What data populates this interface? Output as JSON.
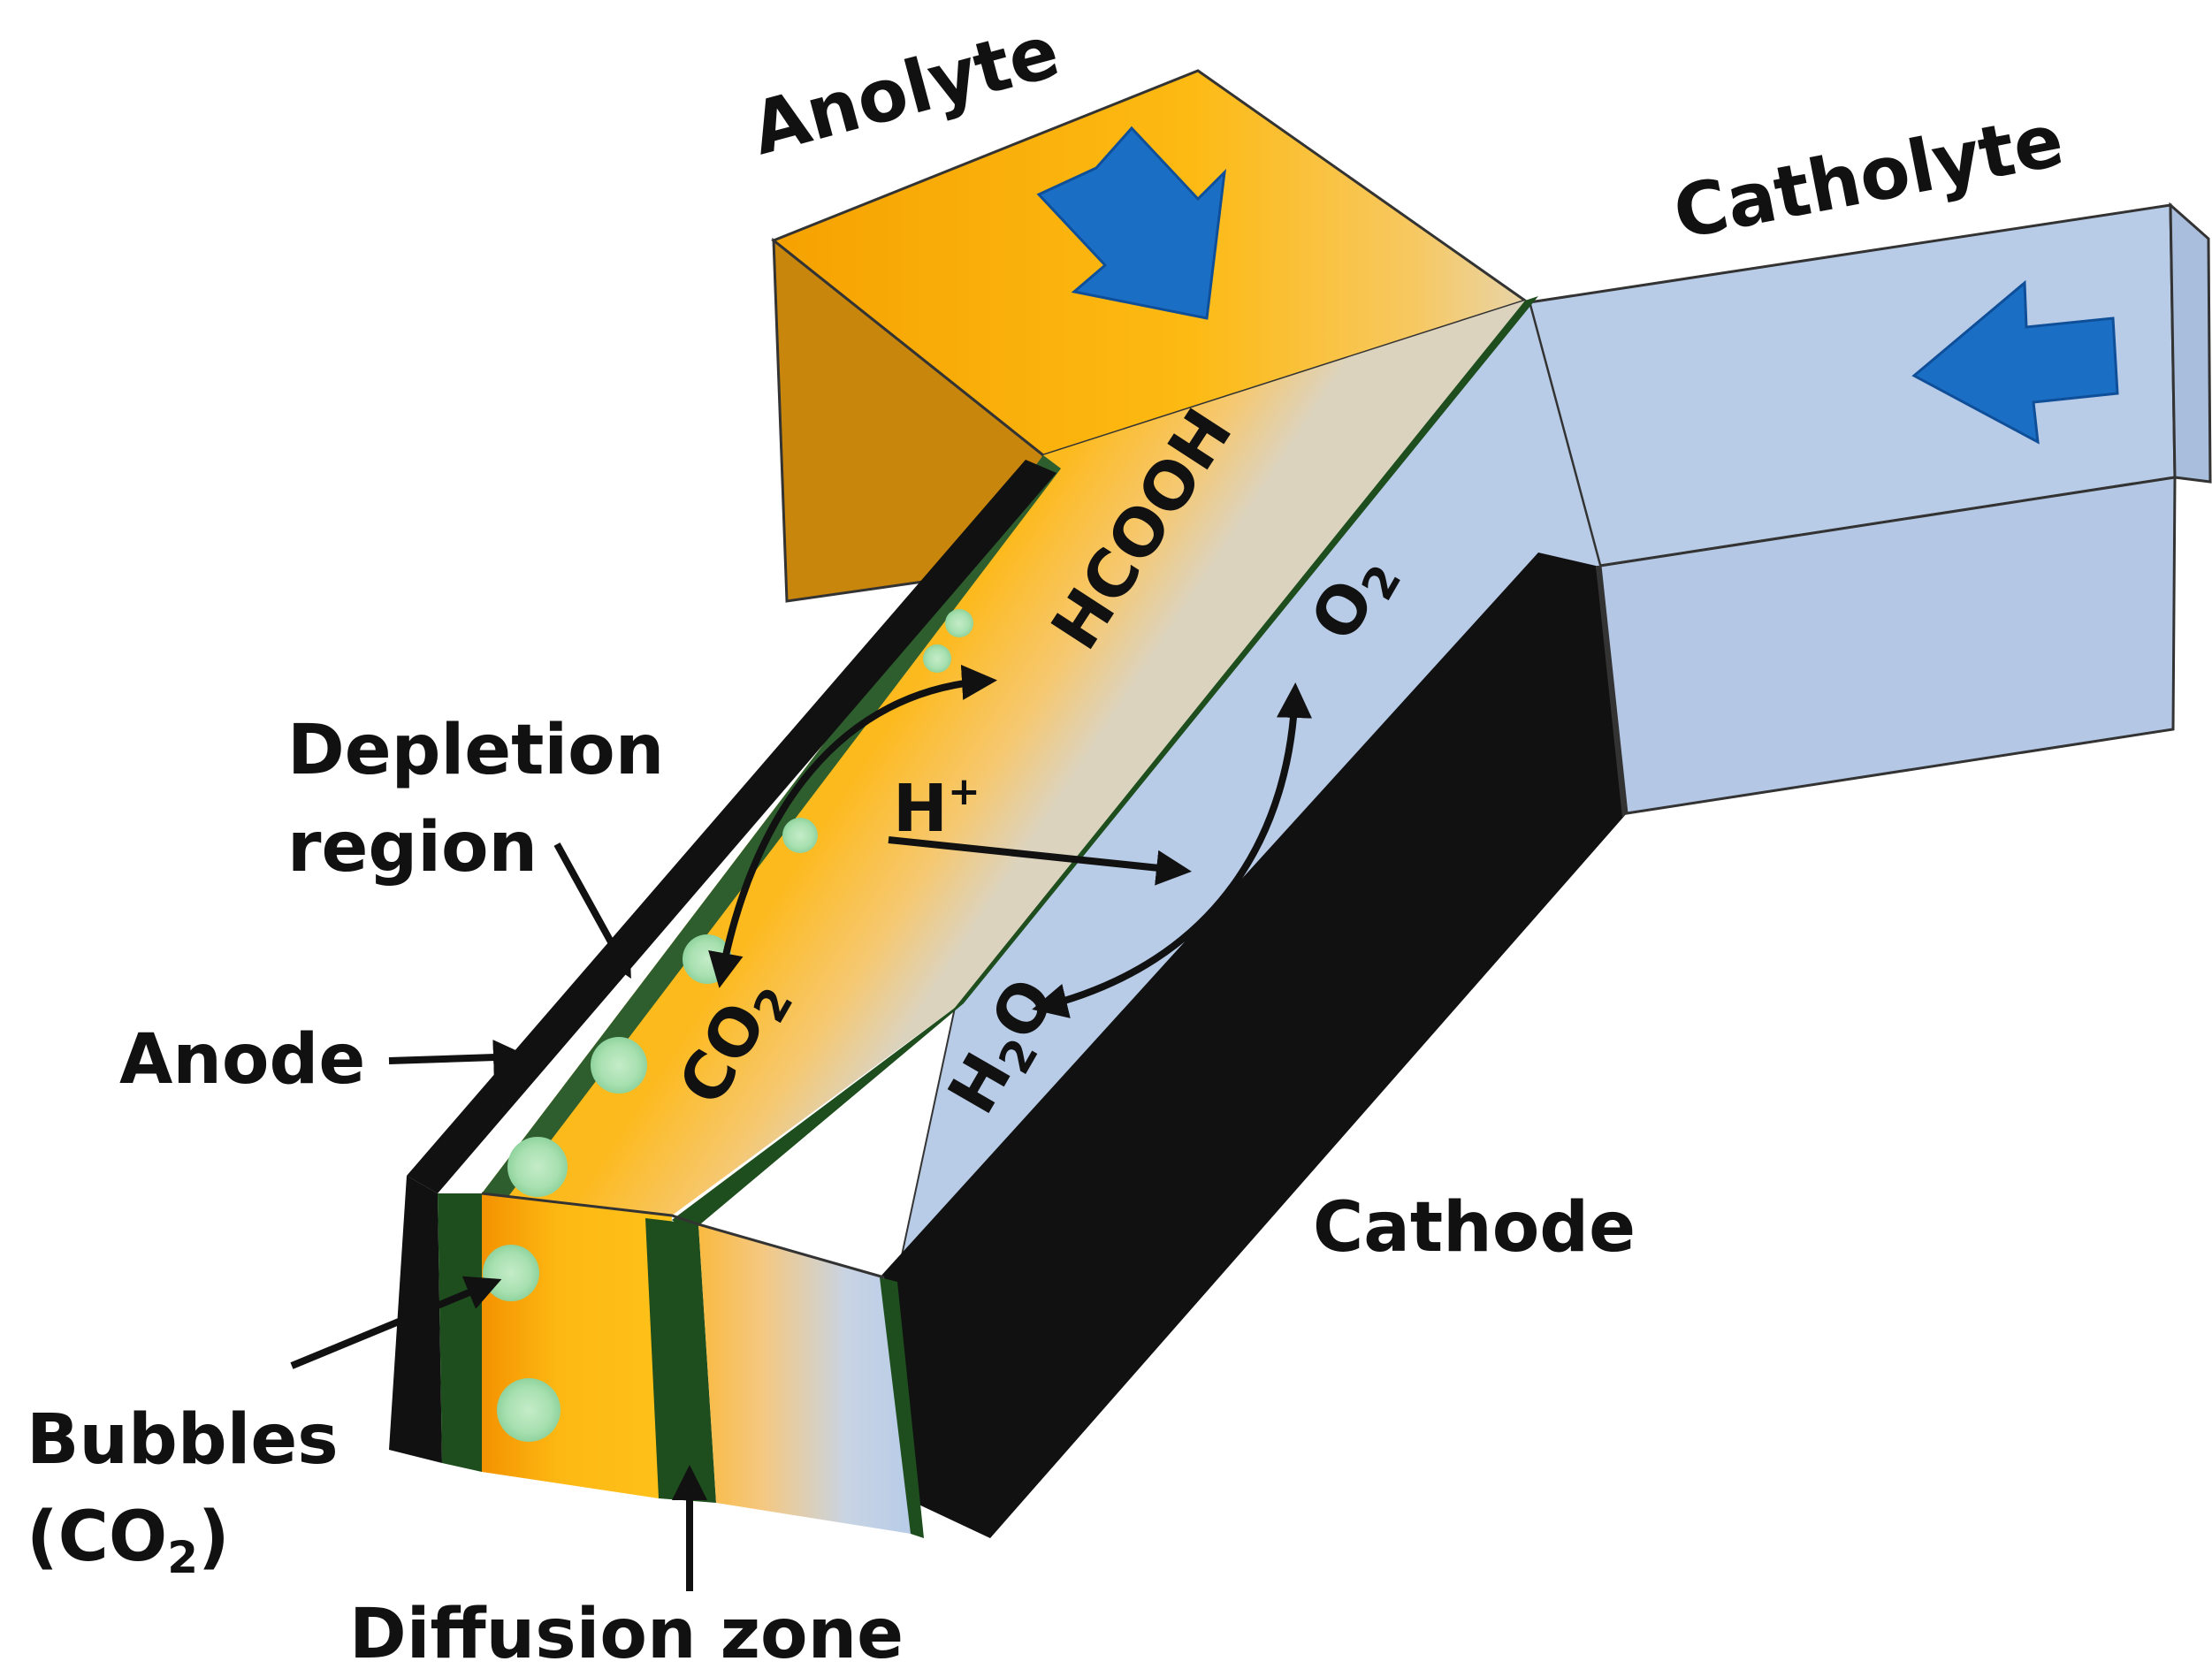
{
  "labels": {
    "anolyte": "Anolyte",
    "catholyte": "Catholyte",
    "hcooh": "HCOOH",
    "o2": "O",
    "o2_sub": "2",
    "h_plus": "H",
    "h_plus_sup": "+",
    "co2": "CO",
    "co2_sub": "2",
    "h2o_h": "H",
    "h2o_sub": "2",
    "h2o_o": "O",
    "depletion_line1": "Depletion",
    "depletion_line2": "region",
    "anode": "Anode",
    "cathode": "Cathode",
    "bubbles_line1": "Bubbles",
    "bubbles_line2_open": "(CO",
    "bubbles_line2_sub": "2",
    "bubbles_line2_close": ")",
    "diffusion_zone": "Diffusion zone"
  },
  "colors": {
    "anolyte_orange": "#FDB813",
    "anolyte_dark": "#C8860C",
    "catholyte_blue": "#B8CCE8",
    "membrane_green": "#1E4D1E",
    "electrode_black": "#111111",
    "flow_arrow_blue": "#1A6FC4",
    "bubble_green": "#A8E0B0"
  },
  "icons": {
    "anolyte_flow": "arrow-down-right-icon",
    "catholyte_flow": "arrow-left-icon"
  }
}
